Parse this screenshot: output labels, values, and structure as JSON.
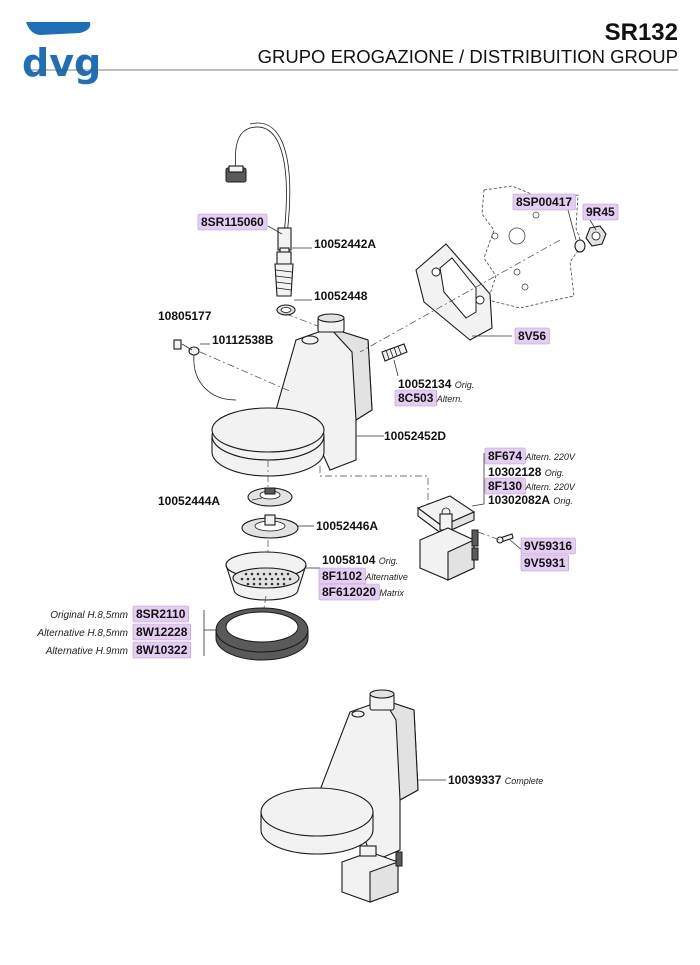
{
  "header": {
    "brand": "dvg",
    "model": "SR132",
    "title": "GRUPO EROGAZIONE / DISTRIBUITION GROUP"
  },
  "parts": [
    {
      "code": "8SR115060",
      "highlight": true
    },
    {
      "code": "10052442A"
    },
    {
      "code": "10052448"
    },
    {
      "code": "10805177"
    },
    {
      "code": "10112538B"
    },
    {
      "code": "8SP00417",
      "highlight": true
    },
    {
      "code": "9R45",
      "highlight": true
    },
    {
      "code": "8V56",
      "highlight": true
    },
    {
      "code": "10052134",
      "note": "Orig."
    },
    {
      "code": "8C503",
      "note": "Altern.",
      "highlight": true
    },
    {
      "code": "10052452D"
    },
    {
      "code": "8F674",
      "note": "Altern. 220V",
      "highlight": true
    },
    {
      "code": "10302128",
      "note": "Orig."
    },
    {
      "code": "8F130",
      "note": "Altern. 220V",
      "highlight": true
    },
    {
      "code": "10302082A",
      "note": "Orig."
    },
    {
      "code": "10052444A"
    },
    {
      "code": "10052446A"
    },
    {
      "code": "9V59316",
      "highlight": true
    },
    {
      "code": "9V5931",
      "highlight": true
    },
    {
      "code": "10058104",
      "note": "Orig."
    },
    {
      "code": "8F1102",
      "note": "Alternative",
      "highlight": true
    },
    {
      "code": "8F612020",
      "note": "Matrix",
      "highlight": true
    },
    {
      "code": "8SR2110",
      "variant": "Original H.8,5mm",
      "highlight": true
    },
    {
      "code": "8W12228",
      "variant": "Alternative H.8,5mm",
      "highlight": true
    },
    {
      "code": "8W10322",
      "variant": "Alternative H.9mm",
      "highlight": true
    },
    {
      "code": "10039337",
      "note": "Complete"
    }
  ]
}
